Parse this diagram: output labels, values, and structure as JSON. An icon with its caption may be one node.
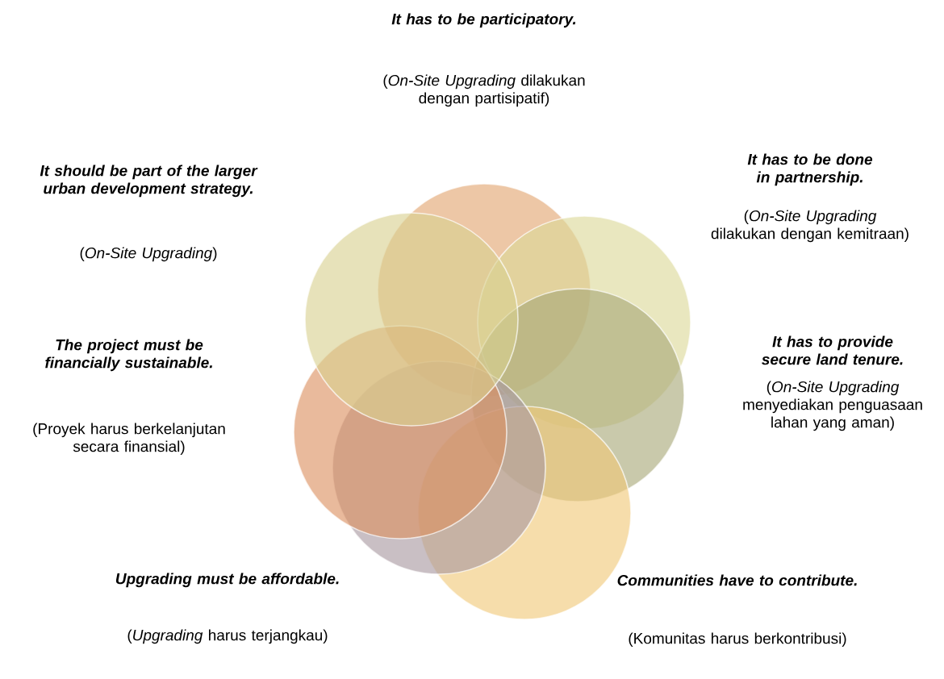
{
  "diagram": {
    "labels": [
      "It has to be participatory.",
      "(*On-Site Upgrading* dilakukan dengan partisipatif)",
      "It should be part of the larger urban development strategy.",
      "(*On-Site Upgrading*)",
      "It has to be done in partnership.",
      "(*On-Site Upgrading* dilakukan dengan kemitraan)",
      "The project must be financially sustainable.",
      "(Proyek harus berkelanjutan secara finansial)",
      "It has to provide secure land tenure.",
      "(*On-Site Upgrading* menyediakan penguasaan lahan yang aman)",
      "Upgrading must be affordable.",
      "(*Upgrading* harus terjangkau)",
      "Communities have to contribute.",
      "(Komunitas harus berkontribusi)"
    ]
  }
}
